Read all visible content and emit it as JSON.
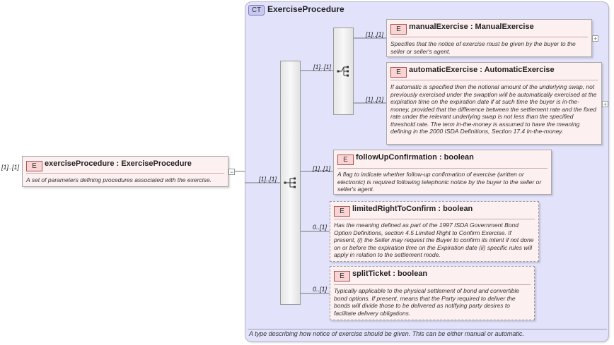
{
  "complex_type": {
    "badge": "CT",
    "name": "ExerciseProcedure",
    "description": "A type describing how notice of exercise should be given. This can be either manual or automatic."
  },
  "root_element": {
    "badge": "E",
    "multiplicity": "[1]..[1]",
    "title": "exerciseProcedure : ExerciseProcedure",
    "description": "A set of parameters defining procedures associated with the exercise.",
    "toggle": "−"
  },
  "sequence_multiplicity": "[1]..[1]",
  "choice_multiplicity": "[1]..[1]",
  "children": {
    "manualExercise": {
      "badge": "E",
      "multiplicity": "[1]..[1]",
      "title": "manualExercise : ManualExercise",
      "description": "Specifies that the notice of exercise must be given by the buyer to the seller or seller's agent.",
      "toggle": "+"
    },
    "automaticExercise": {
      "badge": "E",
      "multiplicity": "[1]..[1]",
      "title": "automaticExercise : AutomaticExercise",
      "description": "If automatic is specified then the notional amount of the underlying swap, not previously exercised under the swaption will be automatically exercised at the expiration time on the expiration date if at such time the buyer is in-the-money, provided that the difference between the settlement rate and the fixed rate under the relevant underlying swap is not less than the specified threshold rate. The term in-the-money is assumed to have the meaning defining in the 2000 ISDA Definitions, Section 17.4 In-the-money.",
      "toggle": "+"
    },
    "followUpConfirmation": {
      "badge": "E",
      "multiplicity": "[1]..[1]",
      "title": "followUpConfirmation : boolean",
      "description": "A flag to indicate whether follow-up confirmation of exercise (written or electronic) is required following telephonic notice by the buyer to the seller or seller's agent."
    },
    "limitedRightToConfirm": {
      "badge": "E",
      "multiplicity": "0..[1]",
      "title": "limitedRightToConfirm : boolean",
      "description": "Has the meaning defined as part of the 1997 ISDA Government Bond Option Definitions, section 4.5 Limited Right to Confirm Exercise. If present, (i) the Seller may request the Buyer to confirm its intent if not done on or before the expiration time on the Expiration date (ii) specific rules will apply in relation to the settlement mode."
    },
    "splitTicket": {
      "badge": "E",
      "multiplicity": "0..[1]",
      "title": "splitTicket : boolean",
      "description": "Typically applicable to the physical settlement of bond and convertible bond options. If present, means that the Party required to deliver the bonds will divide those to be delivered as notifying party desires to facilitate delivery obligations."
    }
  }
}
